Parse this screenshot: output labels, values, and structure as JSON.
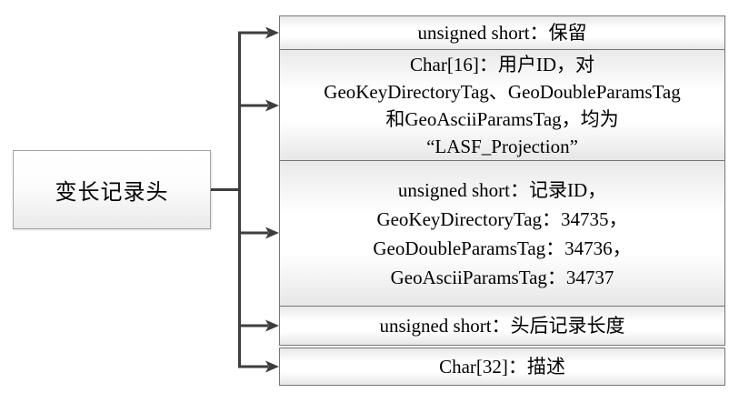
{
  "diagram": {
    "title_hint": "变长记录头结构图",
    "root_label": "变长记录头",
    "fields": [
      {
        "name": "reserved",
        "lines": [
          "unsigned short：保留"
        ]
      },
      {
        "name": "user-id",
        "lines": [
          "Char[16]：用户ID，对",
          "GeoKeyDirectoryTag、GeoDoubleParamsTag",
          "和GeoAsciiParamsTag，均为",
          "“LASF_Projection”"
        ]
      },
      {
        "name": "record-id",
        "lines": [
          "unsigned short：记录ID，",
          "GeoKeyDirectoryTag：34735，",
          "GeoDoubleParamsTag：34736，",
          "GeoAsciiParamsTag：34737"
        ]
      },
      {
        "name": "record-length",
        "lines": [
          "unsigned short：头后记录长度"
        ]
      },
      {
        "name": "description",
        "lines": [
          "Char[32]：描述"
        ]
      }
    ],
    "colors": {
      "connector_line": "#3d3d3d",
      "box_border": "#757575",
      "root_box_border": "#a3a3a3",
      "box_fill_edge": "#e9e9e9",
      "box_fill_center": "#ffffff",
      "text": "#000000"
    }
  }
}
